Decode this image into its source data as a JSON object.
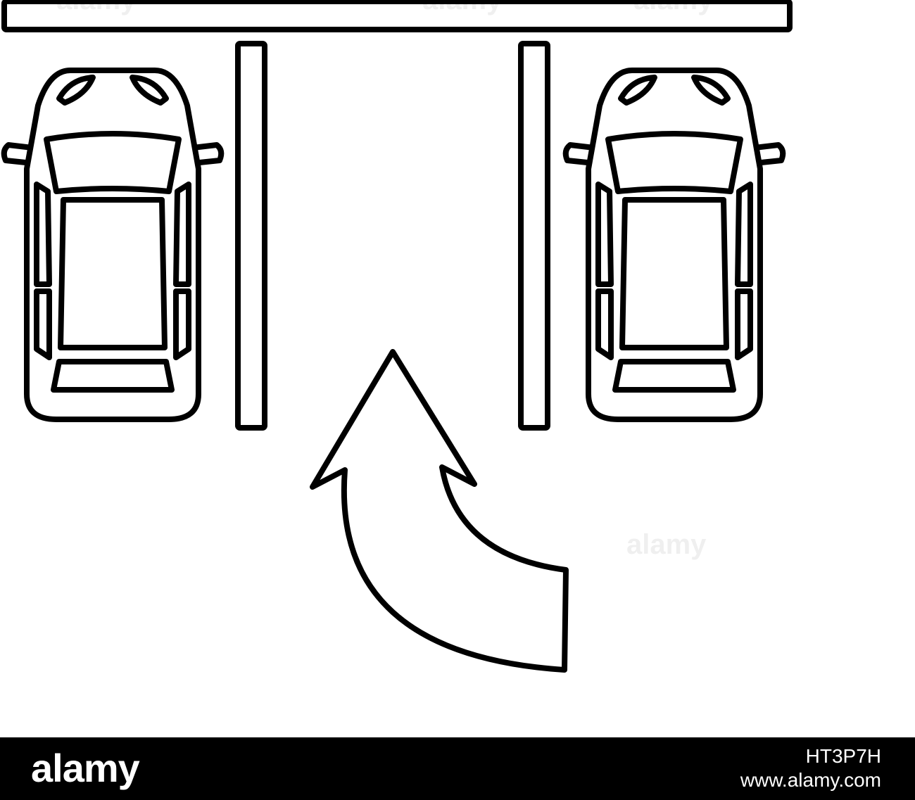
{
  "illustration": {
    "stroke_color": "#000000",
    "fill_color": "#ffffff",
    "elements": [
      "parking-barrier",
      "parking-line",
      "parked-car",
      "curved-arrow",
      "moving-car"
    ]
  },
  "watermark": {
    "text": "alamy"
  },
  "banner": {
    "brand": "alamy",
    "image_id": "HT3P7H",
    "site": "www.alamy.com",
    "background": "#000000",
    "text_color": "#ffffff"
  }
}
